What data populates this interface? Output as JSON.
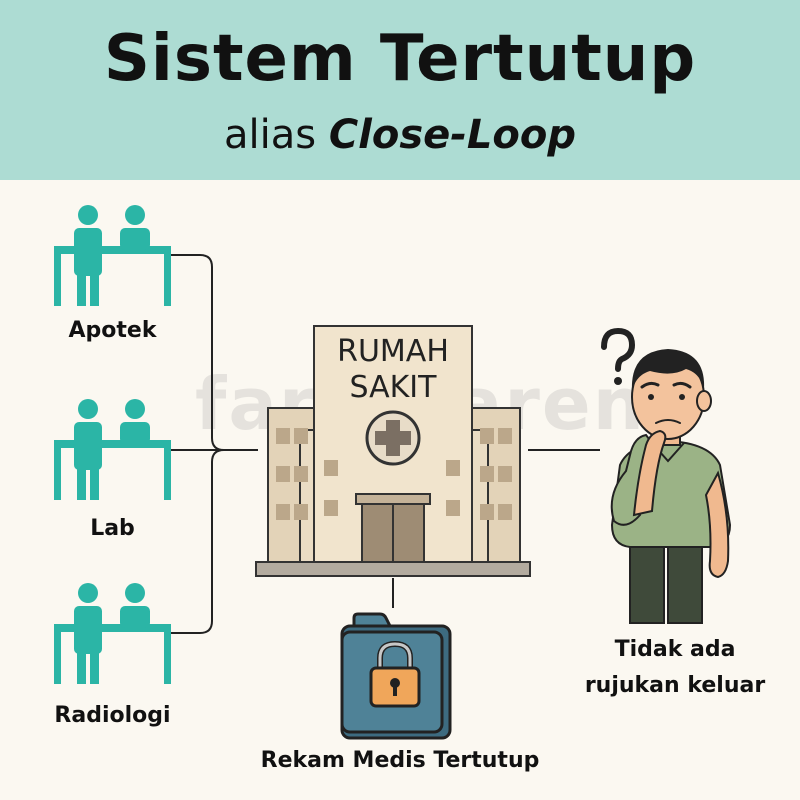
{
  "header": {
    "title": "Sistem Tertutup",
    "subtitle_prefix": "alias",
    "subtitle_emphasis": "Close-Loop",
    "background": "#addcd3"
  },
  "departments": [
    {
      "label": "Apotek",
      "icon": "two-people-icon"
    },
    {
      "label": "Lab",
      "icon": "two-people-icon"
    },
    {
      "label": "Radiologi",
      "icon": "two-people-icon"
    }
  ],
  "hospital": {
    "sign_line1": "RUMAH",
    "sign_line2": "SAKIT",
    "icon": "hospital-building-icon"
  },
  "record": {
    "label": "Rekam Medis Tertutup",
    "icon": "locked-folder-icon"
  },
  "patient": {
    "line1": "Tidak ada",
    "line2": "rujukan keluar",
    "icon": "confused-man-icon"
  },
  "watermark": "farenfaren",
  "colors": {
    "teal": "#2bb5a6",
    "building": "#eadcc4",
    "folder": "#4f8297",
    "lock": "#f0a65a",
    "shirt": "#9bb386"
  }
}
